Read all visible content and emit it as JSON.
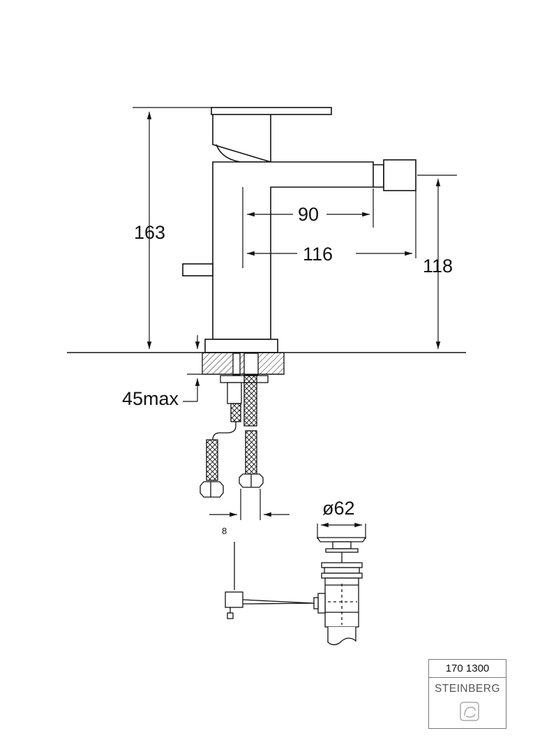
{
  "dimensions": {
    "overall_height": "163",
    "spout_reach_inner": "90",
    "spout_reach_outer": "116",
    "spout_height": "118",
    "deck_thickness": "45max",
    "waste_diameter": "ø62",
    "hose_offset": "8"
  },
  "title_block": {
    "article_number": "170 1300",
    "brand": "STEINBERG",
    "logo_icon": "steinberg-logo-icon"
  },
  "colors": {
    "line": "#111111",
    "frame": "#7a7a7a"
  }
}
